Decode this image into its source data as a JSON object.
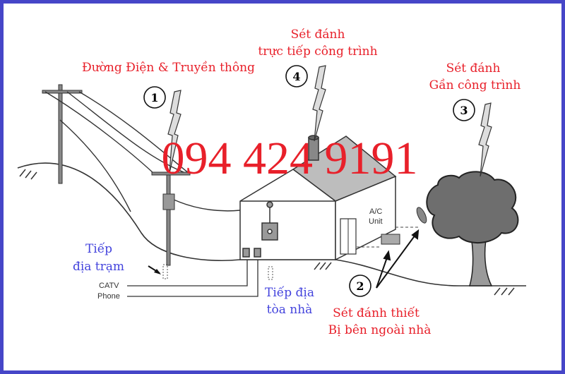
{
  "phone_number": "094 424 9191",
  "labels": {
    "power_line": "Đường Điện & Truyền thông",
    "direct_strike_1": "Sét đánh",
    "direct_strike_2": "trực tiếp công trình",
    "near_strike_1": "Sét đánh",
    "near_strike_2": "Gần công trình",
    "station_ground_1": "Tiếp",
    "station_ground_2": "địa trạm",
    "building_ground_1": "Tiếp địa",
    "building_ground_2": "tòa nhà",
    "equipment_strike_1": "Sét đánh thiết",
    "equipment_strike_2": "Bị bên ngoài nhà"
  },
  "small_labels": {
    "catv": "CATV",
    "phone": "Phone",
    "ac_1": "A/C",
    "ac_2": "Unit"
  },
  "markers": [
    "1",
    "2",
    "3",
    "4"
  ],
  "colors": {
    "border": "#4646c8",
    "red_text": "#e8202a",
    "blue_text": "#4444dd"
  }
}
